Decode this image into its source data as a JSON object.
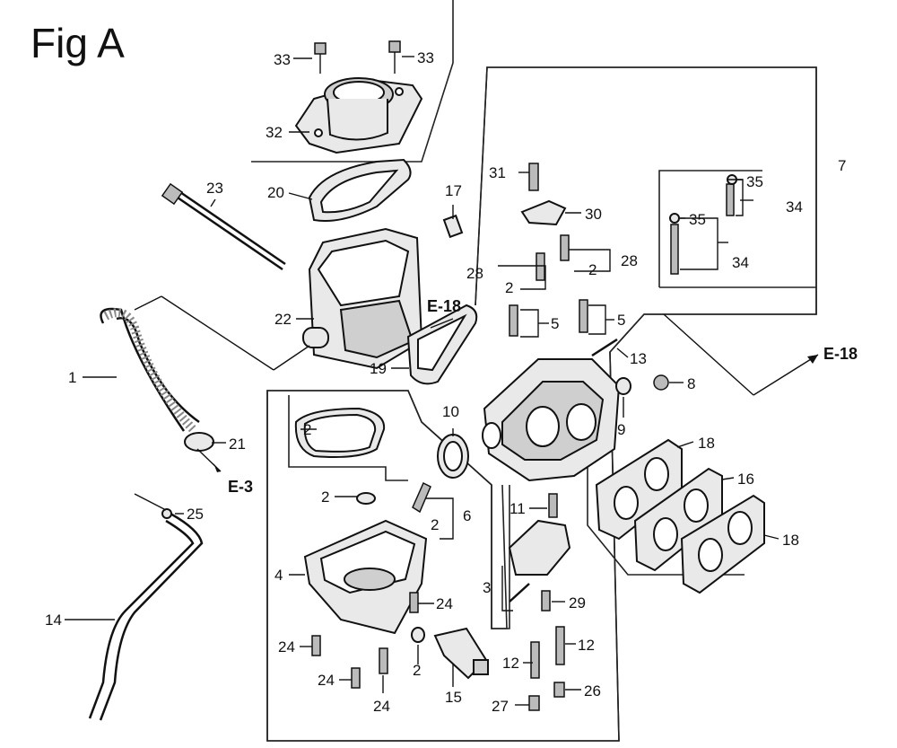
{
  "figure": {
    "title": "Fig A"
  },
  "references": {
    "e18_upper": "E-18",
    "e18_right": "E-18",
    "e3": "E-3"
  },
  "callouts": {
    "c1": "1",
    "c2a": "2",
    "c2b": "2",
    "c2c": "2",
    "c2d": "2",
    "c2e": "2",
    "c2f": "2",
    "c3": "3",
    "c4": "4",
    "c5a": "5",
    "c5b": "5",
    "c6": "6",
    "c7": "7",
    "c8": "8",
    "c9": "9",
    "c10": "10",
    "c11": "11",
    "c12a": "12",
    "c12b": "12",
    "c13": "13",
    "c14": "14",
    "c15": "15",
    "c16": "16",
    "c17": "17",
    "c18a": "18",
    "c18b": "18",
    "c19": "19",
    "c20": "20",
    "c21": "21",
    "c22": "22",
    "c23": "23",
    "c24a": "24",
    "c24b": "24",
    "c24c": "24",
    "c24d": "24",
    "c25": "25",
    "c26": "26",
    "c27": "27",
    "c28a": "28",
    "c28b": "28",
    "c29": "29",
    "c30": "30",
    "c31": "31",
    "c32": "32",
    "c33a": "33",
    "c33b": "33",
    "c34a": "34",
    "c34b": "34",
    "c35a": "35",
    "c35b": "35"
  }
}
